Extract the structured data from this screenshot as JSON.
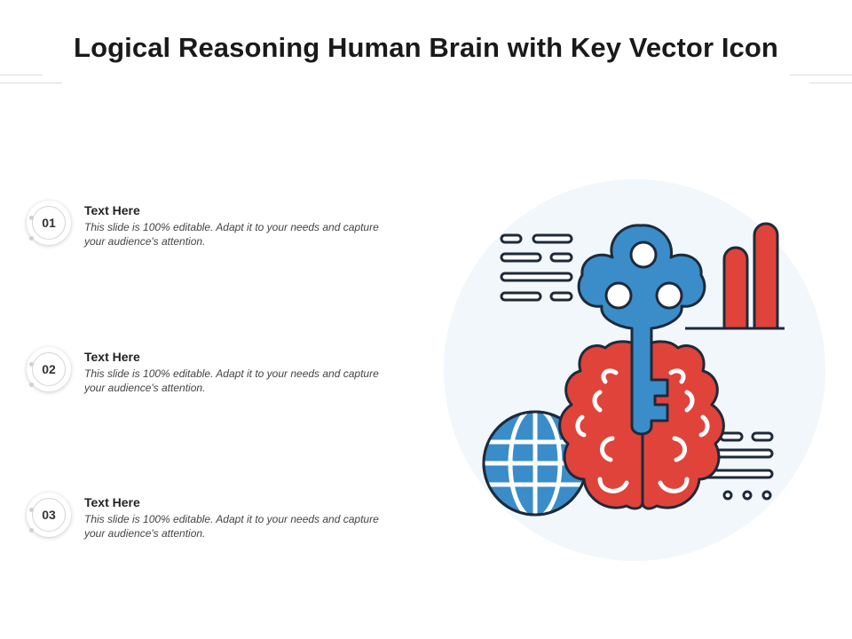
{
  "title": "Logical Reasoning Human Brain with Key Vector Icon",
  "items": [
    {
      "number": "01",
      "heading": "Text Here",
      "description": "This slide is 100% editable. Adapt it to your needs and capture your audience's attention."
    },
    {
      "number": "02",
      "heading": "Text Here",
      "description": "This slide is 100% editable. Adapt it to your needs and capture your audience's attention."
    },
    {
      "number": "03",
      "heading": "Text Here",
      "description": "This slide is 100% editable. Adapt it to your needs and capture your audience's attention."
    }
  ],
  "illustration": {
    "icons": [
      "key-icon",
      "brain-icon",
      "globe-icon",
      "bar-chart-icon",
      "text-lines-icon"
    ],
    "colors": {
      "blue": "#3a8dc9",
      "red": "#e0433a",
      "outline": "#1e2a3a",
      "backdrop": "#f1f7fb"
    }
  }
}
